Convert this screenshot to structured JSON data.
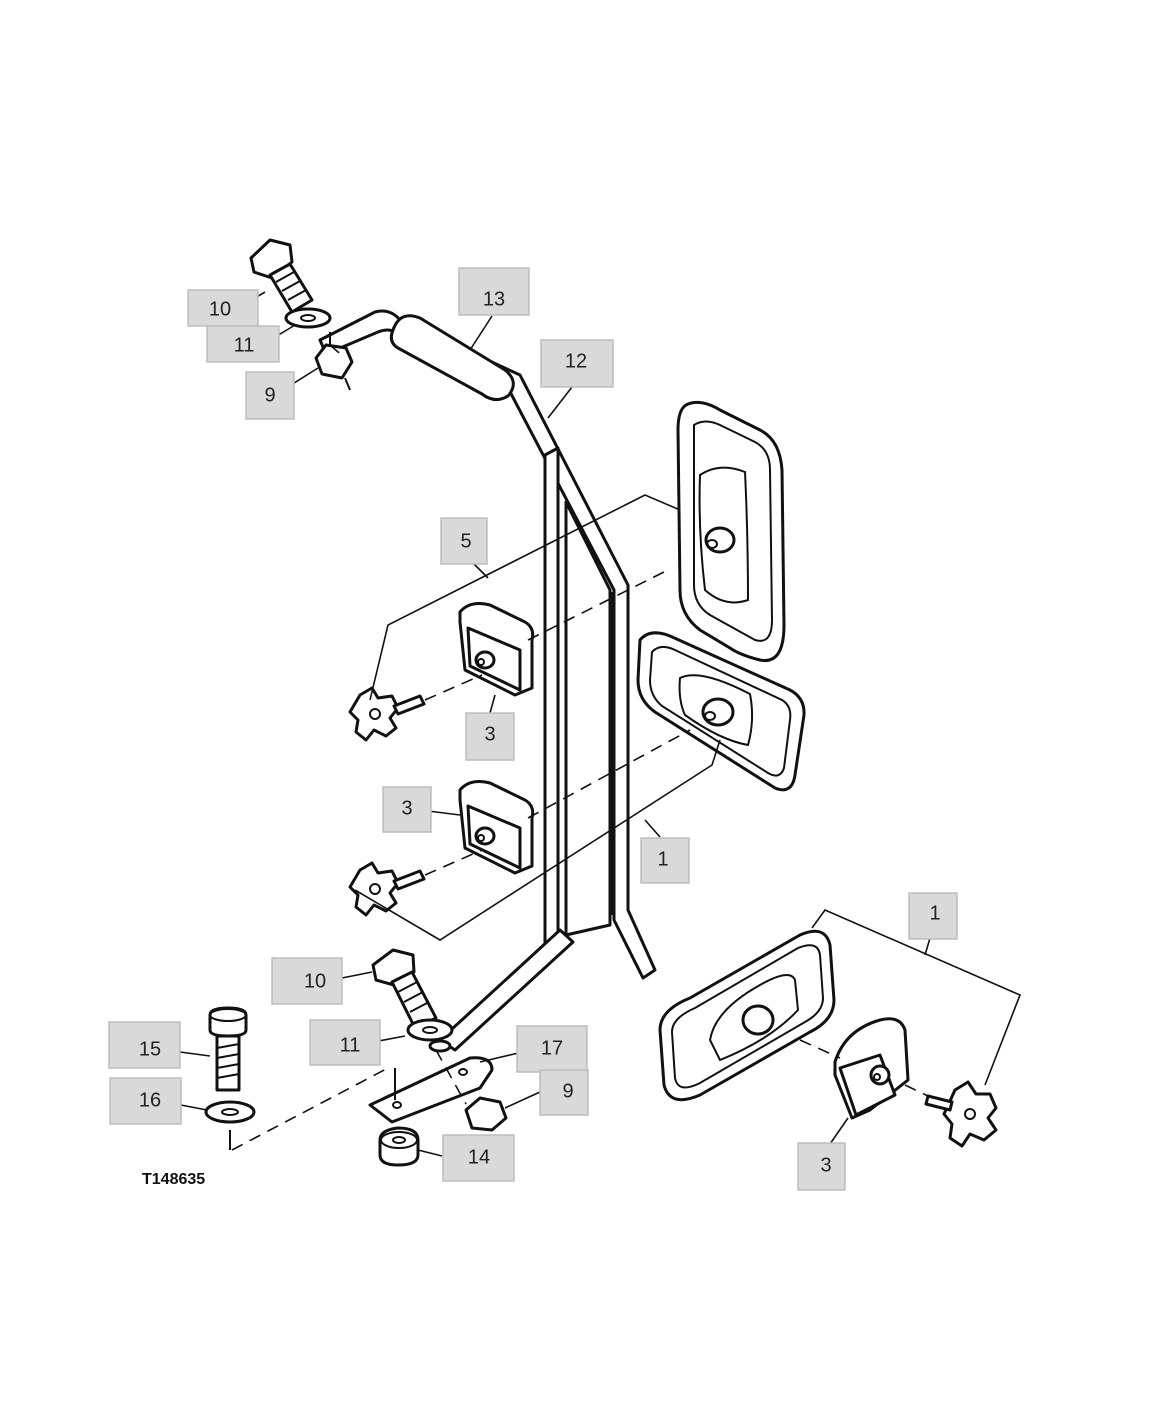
{
  "figure_id": "T148635",
  "callouts": [
    {
      "id": "c-10-top",
      "text": "10"
    },
    {
      "id": "c-11-top",
      "text": "11"
    },
    {
      "id": "c-9-top",
      "text": "9"
    },
    {
      "id": "c-13",
      "text": "13"
    },
    {
      "id": "c-12",
      "text": "12"
    },
    {
      "id": "c-5",
      "text": "5"
    },
    {
      "id": "c-3-upper",
      "text": "3"
    },
    {
      "id": "c-3-middle",
      "text": "3"
    },
    {
      "id": "c-1-middle",
      "text": "1"
    },
    {
      "id": "c-1-right",
      "text": "1"
    },
    {
      "id": "c-10-bottom",
      "text": "10"
    },
    {
      "id": "c-11-bottom",
      "text": "11"
    },
    {
      "id": "c-15",
      "text": "15"
    },
    {
      "id": "c-16",
      "text": "16"
    },
    {
      "id": "c-17",
      "text": "17"
    },
    {
      "id": "c-9-bottom",
      "text": "9"
    },
    {
      "id": "c-14",
      "text": "14"
    },
    {
      "id": "c-3-right",
      "text": "3"
    }
  ]
}
